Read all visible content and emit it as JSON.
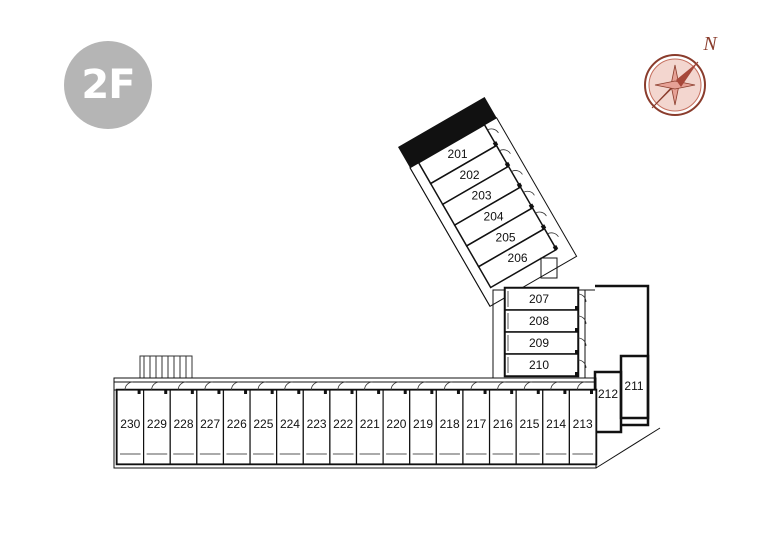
{
  "floor": "2F",
  "compass": {
    "label": "N"
  },
  "colors": {
    "badge": "#b5b5b5",
    "compass": "#d7877a",
    "compass_ring": "#8a3c2c",
    "wall": "#111111"
  },
  "rooms": {
    "wing": [
      "201",
      "202",
      "203",
      "204",
      "205",
      "206"
    ],
    "middle": [
      "207",
      "208",
      "209",
      "210"
    ],
    "east": [
      "211",
      "212"
    ],
    "main": [
      "230",
      "229",
      "228",
      "227",
      "226",
      "225",
      "224",
      "223",
      "222",
      "221",
      "220",
      "219",
      "218",
      "217",
      "216",
      "215",
      "214",
      "213"
    ]
  }
}
